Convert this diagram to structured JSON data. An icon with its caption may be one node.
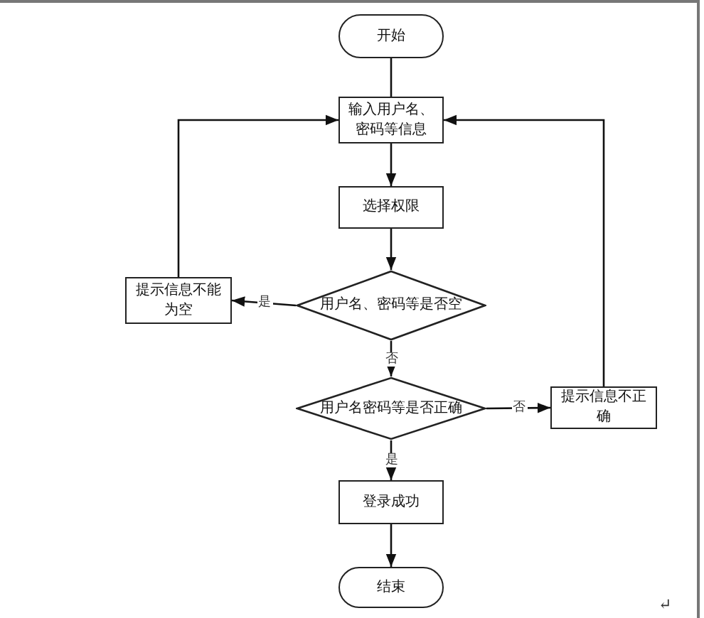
{
  "diagram": {
    "nodes": [
      {
        "text": [
          "开始"
        ]
      },
      {
        "text": [
          "输入用户名、密码等信息"
        ]
      },
      {
        "text": [
          "选择权限"
        ]
      },
      {
        "text": [
          "用户名、密码等是否空"
        ]
      },
      {
        "text": [
          "提示信息不能为空"
        ]
      },
      {
        "text": [
          "用户名密码等是否正确"
        ]
      },
      {
        "text": [
          "提示信息不正确"
        ]
      },
      {
        "text": [
          "登录成功"
        ]
      },
      {
        "text": [
          "结束"
        ]
      }
    ],
    "edges": [
      {
        "from": 0,
        "to": 1,
        "arrow": "none"
      },
      {
        "from": 1,
        "to": 2,
        "arrow": "to"
      },
      {
        "from": 2,
        "to": 3,
        "arrow": "to"
      },
      {
        "from": 3,
        "to": 4,
        "arrow": "to",
        "label": "是"
      },
      {
        "from": 3,
        "to": 5,
        "arrow": "to",
        "label": "否"
      },
      {
        "from": 5,
        "to": 6,
        "arrow": "to",
        "label": "否"
      },
      {
        "from": 5,
        "to": 7,
        "arrow": "to",
        "label": "是"
      },
      {
        "from": 7,
        "to": 8,
        "arrow": "to"
      },
      {
        "from": 4,
        "to": 1,
        "arrow": "to"
      },
      {
        "from": 6,
        "to": 1,
        "arrow": "to"
      }
    ],
    "labels": [
      "↵"
    ]
  }
}
